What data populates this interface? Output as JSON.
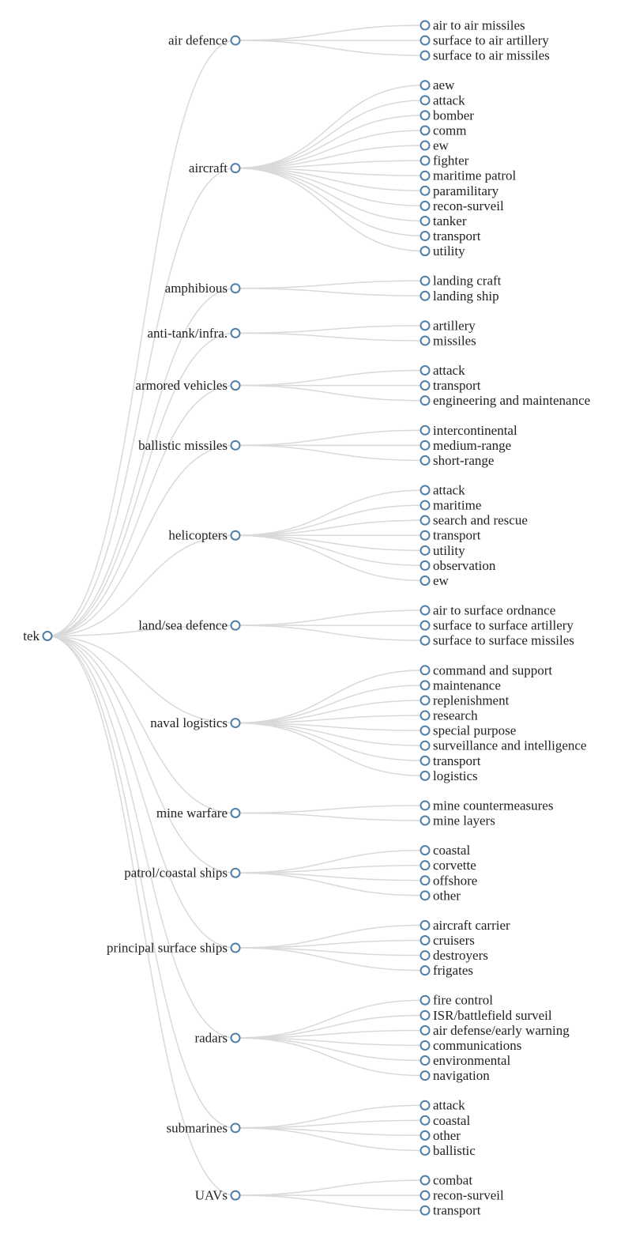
{
  "tree": {
    "root": {
      "label": "tek"
    },
    "categories": [
      {
        "label": "air defence",
        "children": [
          "air to air missiles",
          "surface to air artillery",
          "surface to air missiles"
        ]
      },
      {
        "label": "aircraft",
        "children": [
          "aew",
          "attack",
          "bomber",
          "comm",
          "ew",
          "fighter",
          "maritime patrol",
          "paramilitary",
          "recon-surveil",
          "tanker",
          "transport",
          "utility"
        ]
      },
      {
        "label": "amphibious",
        "children": [
          "landing craft",
          "landing ship"
        ]
      },
      {
        "label": "anti-tank/infra.",
        "children": [
          "artillery",
          "missiles"
        ]
      },
      {
        "label": "armored vehicles",
        "children": [
          "attack",
          "transport",
          "engineering and maintenance"
        ]
      },
      {
        "label": "ballistic missiles",
        "children": [
          "intercontinental",
          "medium-range",
          "short-range"
        ]
      },
      {
        "label": "helicopters",
        "children": [
          "attack",
          "maritime",
          "search and rescue",
          "transport",
          "utility",
          "observation",
          "ew"
        ]
      },
      {
        "label": "land/sea defence",
        "children": [
          "air to surface ordnance",
          "surface to surface artillery",
          "surface to surface missiles"
        ]
      },
      {
        "label": "naval logistics",
        "children": [
          "command and support",
          "maintenance",
          "replenishment",
          "research",
          "special purpose",
          "surveillance and intelligence",
          "transport",
          "logistics"
        ]
      },
      {
        "label": "mine warfare",
        "children": [
          "mine countermeasures",
          "mine layers"
        ]
      },
      {
        "label": "patrol/coastal ships",
        "children": [
          "coastal",
          "corvette",
          "offshore",
          "other"
        ]
      },
      {
        "label": "principal surface ships",
        "children": [
          "aircraft carrier",
          "cruisers",
          "destroyers",
          "frigates"
        ]
      },
      {
        "label": "radars",
        "children": [
          "fire control",
          "ISR/battlefield surveil",
          "air defense/early warning",
          "communications",
          "environmental",
          "navigation"
        ]
      },
      {
        "label": "submarines",
        "children": [
          "attack",
          "coastal",
          "other",
          "ballistic"
        ]
      },
      {
        "label": "UAVs",
        "children": [
          "combat",
          "recon-surveil",
          "transport"
        ]
      }
    ]
  },
  "colors": {
    "link": "#d9d9d9",
    "node_stroke": "#4f7fa8",
    "node_fill": "#ffffff",
    "text": "#222222"
  }
}
